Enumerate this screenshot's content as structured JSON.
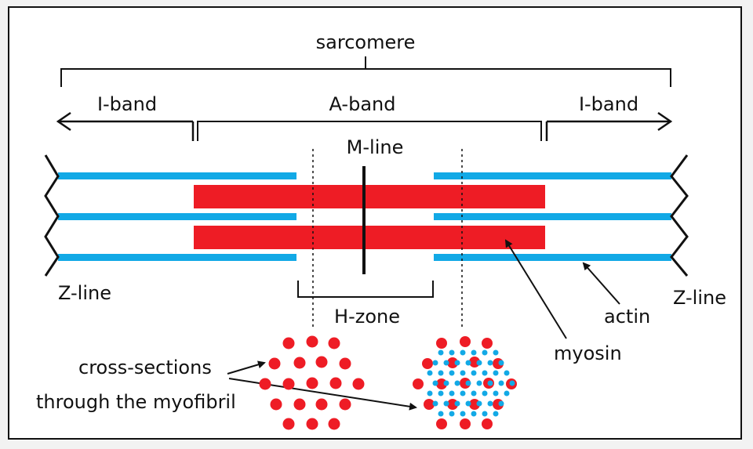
{
  "labels": {
    "sarcomere": "sarcomere",
    "i_band_left": "I-band",
    "a_band": "A-band",
    "i_band_right": "I-band",
    "m_line": "M-line",
    "z_line_left": "Z-line",
    "z_line_right": "Z-line",
    "h_zone": "H-zone",
    "actin": "actin",
    "myosin": "myosin",
    "cross_sections_line1": "cross-sections",
    "cross_sections_line2": "through the myofibril"
  },
  "colors": {
    "actin": "#12a9e6",
    "myosin": "#ee1c25",
    "line": "#111111"
  }
}
